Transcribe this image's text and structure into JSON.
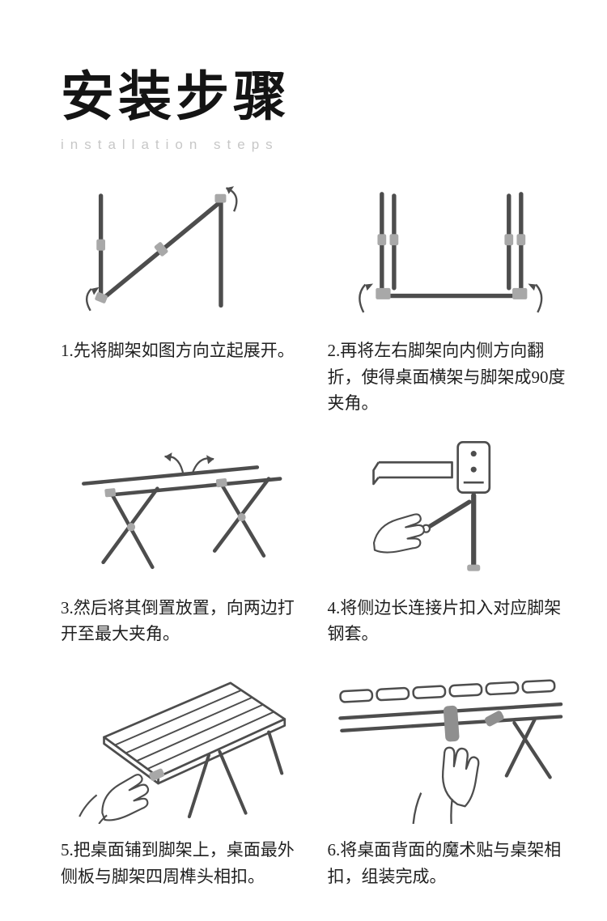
{
  "page": {
    "title": "安装步骤",
    "subtitle": "installation steps"
  },
  "colors": {
    "title": "#141414",
    "subtitle": "#c7c7c7",
    "caption": "#1f1f1f",
    "line_art": "#4d4d4d",
    "connector_gray": "#a8a8a8"
  },
  "steps": [
    {
      "caption": "1.先将脚架如图方向立起展开。",
      "illustration": "leg-frame-unfolded-z-shape-illustration"
    },
    {
      "caption": "2.再将左右脚架向内侧方向翻折，使得桌面横架与脚架成90度夹角。",
      "illustration": "side-frames-folded-90-degree-u-shape-illustration"
    },
    {
      "caption": "3.然后将其倒置放置，向两边打开至最大夹角。",
      "illustration": "inverted-stand-x-legs-opened-illustration"
    },
    {
      "caption": "4.将侧边长连接片扣入对应脚架钢套。",
      "illustration": "hand-attaching-side-connector-strip-illustration"
    },
    {
      "caption": "5.把桌面铺到脚架上，桌面最外侧板与脚架四周榫头相扣。",
      "illustration": "hand-laying-tabletop-slats-on-stand-illustration"
    },
    {
      "caption": "6.将桌面背面的魔术贴与桌架相扣，组装完成。",
      "illustration": "hand-fastening-velcro-under-tabletop-illustration"
    }
  ]
}
